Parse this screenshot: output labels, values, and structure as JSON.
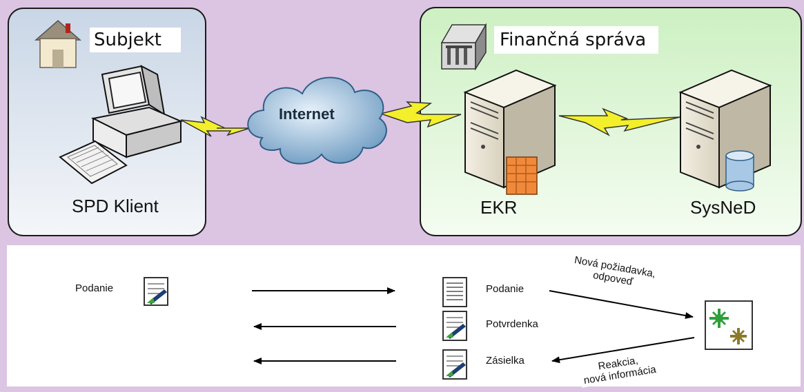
{
  "client_zone": {
    "title": "Subjekt",
    "client_label": "SPD Klient"
  },
  "network": {
    "cloud_label": "Internet"
  },
  "finance_zone": {
    "title": "Finančná správa",
    "ekr_label": "EKR",
    "sysned_label": "SysNeD"
  },
  "flow": {
    "left_doc_label": "Podanie",
    "right_docs": [
      "Podanie",
      "Potvrdenka",
      "Zásielka"
    ],
    "upper_note_line1": "Nová požiadavka,",
    "upper_note_line2": "odpoveď",
    "lower_note_line1": "Reakcia,",
    "lower_note_line2": "nová informácia"
  },
  "colors": {
    "background": "#dcc4e3",
    "client_zone": "#dde5ee",
    "finance_zone": "#dff7d8",
    "lightning": "#f3ef2a",
    "cloud": "#7fa9c9"
  }
}
